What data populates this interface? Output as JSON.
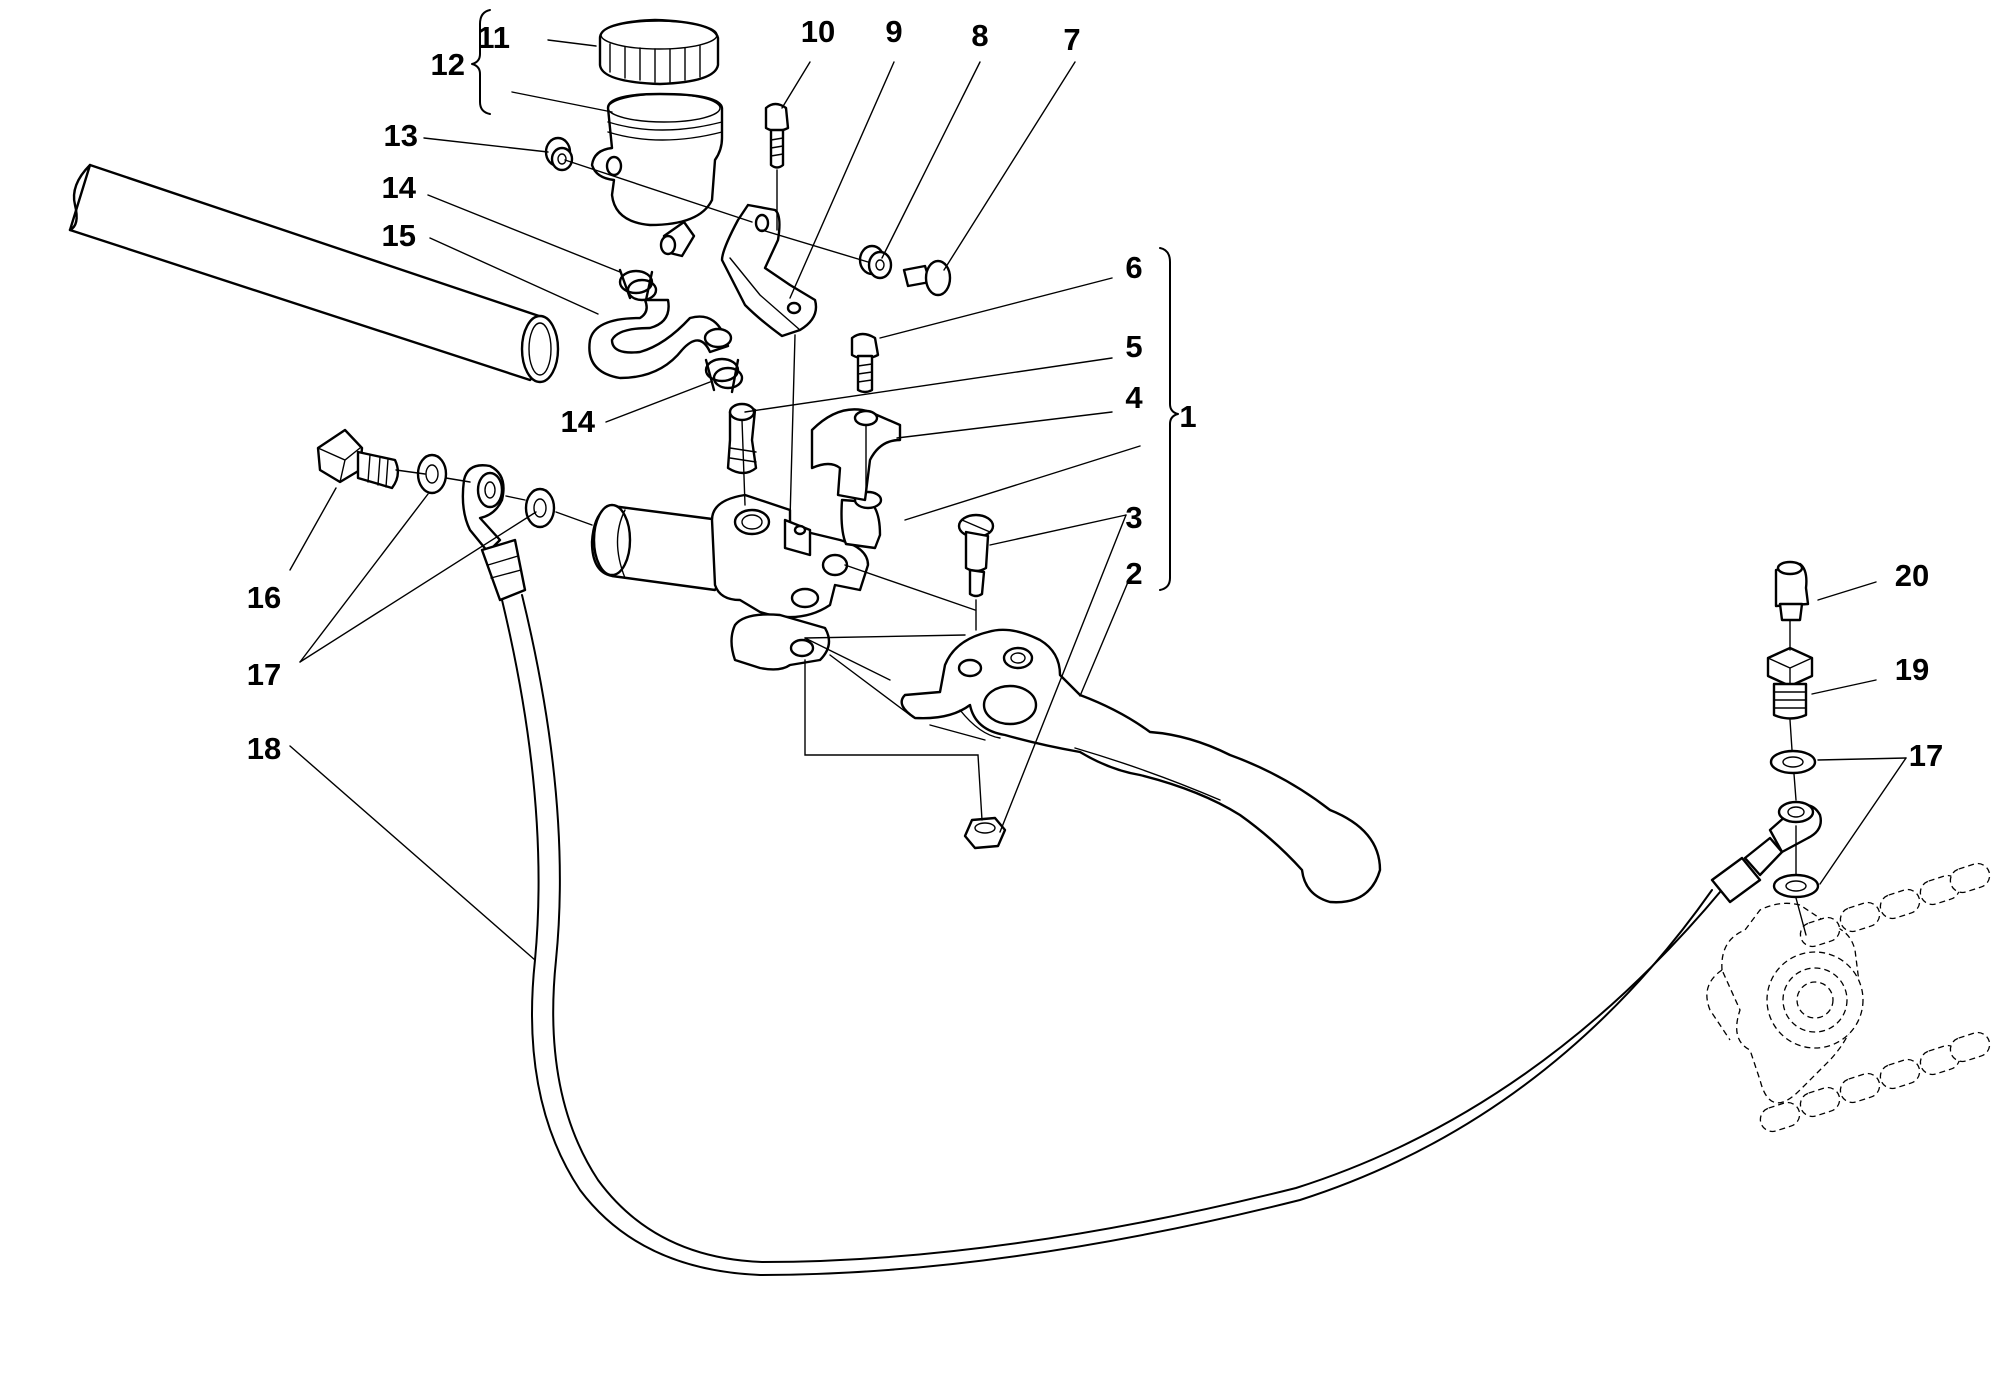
{
  "callouts": [
    {
      "id": "c1",
      "text": "1"
    },
    {
      "id": "c2",
      "text": "2"
    },
    {
      "id": "c3",
      "text": "3"
    },
    {
      "id": "c4",
      "text": "4"
    },
    {
      "id": "c5",
      "text": "5"
    },
    {
      "id": "c6",
      "text": "6"
    },
    {
      "id": "c7",
      "text": "7"
    },
    {
      "id": "c8",
      "text": "8"
    },
    {
      "id": "c9",
      "text": "9"
    },
    {
      "id": "c10",
      "text": "10"
    },
    {
      "id": "c11",
      "text": "11"
    },
    {
      "id": "c12",
      "text": "12"
    },
    {
      "id": "c13",
      "text": "13"
    },
    {
      "id": "c14a",
      "text": "14"
    },
    {
      "id": "c14b",
      "text": "14"
    },
    {
      "id": "c15",
      "text": "15"
    },
    {
      "id": "c16",
      "text": "16"
    },
    {
      "id": "c17a",
      "text": "17"
    },
    {
      "id": "c17b",
      "text": "17"
    },
    {
      "id": "c18",
      "text": "18"
    },
    {
      "id": "c19",
      "text": "19"
    },
    {
      "id": "c20",
      "text": "20"
    }
  ]
}
